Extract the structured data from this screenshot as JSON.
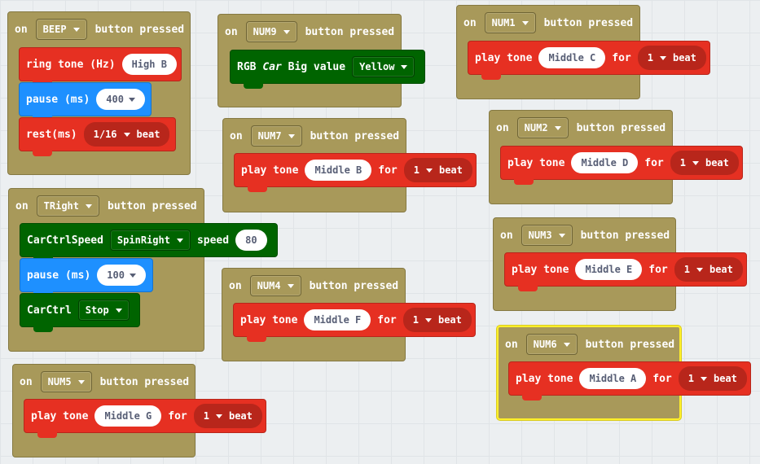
{
  "words": {
    "on": "on",
    "button_pressed": "button pressed",
    "play_tone": "play tone",
    "for": "for",
    "beat": "beat"
  },
  "colors": {
    "workspace": "#eceff1",
    "event": "#a8995a",
    "music": "#e63022",
    "basic": "#1e90ff",
    "car": "#006400",
    "selection": "#ffef2a"
  },
  "events": {
    "beep": {
      "button": "BEEP",
      "ring_label": "ring tone (Hz)",
      "ring_value": "High B",
      "pause_label": "pause (ms)",
      "pause_value": "400",
      "rest_label": "rest(ms)",
      "rest_value": "1/16",
      "rest_unit": "beat"
    },
    "num9": {
      "button": "NUM9",
      "rgb_label_a": "RGB",
      "rgb_label_b": "Car",
      "rgb_label_c": "Big value",
      "rgb_value": "Yellow"
    },
    "num1": {
      "button": "NUM1",
      "note": "Middle C",
      "beats": "1"
    },
    "num7": {
      "button": "NUM7",
      "note": "Middle B",
      "beats": "1"
    },
    "num2": {
      "button": "NUM2",
      "note": "Middle D",
      "beats": "1"
    },
    "tright": {
      "button": "TRight",
      "speed_label": "CarCtrlSpeed",
      "speed_mode": "SpinRight",
      "speed_word": "speed",
      "speed_value": "80",
      "pause_label": "pause (ms)",
      "pause_value": "100",
      "ctrl_label": "CarCtrl",
      "ctrl_value": "Stop"
    },
    "num3": {
      "button": "NUM3",
      "note": "Middle E",
      "beats": "1"
    },
    "num4": {
      "button": "NUM4",
      "note": "Middle F",
      "beats": "1"
    },
    "num6": {
      "button": "NUM6",
      "note": "Middle A",
      "beats": "1"
    },
    "num5": {
      "button": "NUM5",
      "note": "Middle G",
      "beats": "1"
    }
  }
}
